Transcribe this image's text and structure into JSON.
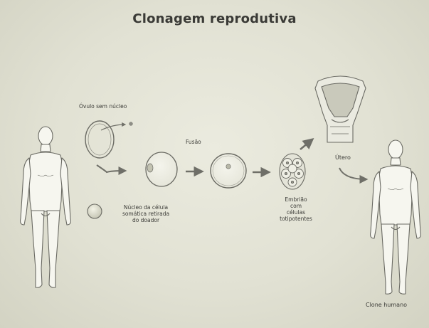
{
  "title": "Clonagem reprodutiva",
  "labels": {
    "ovulo": "Óvulo sem núcleo",
    "nucleo_lines": [
      "Núcleo da célula",
      "somática retirada",
      "do doador"
    ],
    "fusao": "Fusão",
    "embriao_lines": [
      "Embrião",
      "com",
      "células",
      "totipotentes"
    ],
    "utero": "Útero",
    "clone": "Clone humano"
  }
}
